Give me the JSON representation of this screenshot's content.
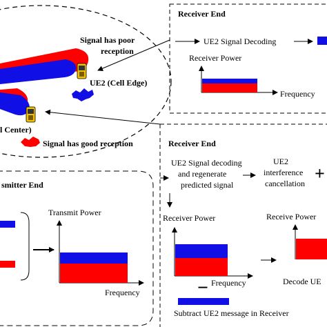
{
  "cell": {
    "label_poor": [
      "Signal has poor",
      "reception"
    ],
    "label_ue2": "UE2 (Cell Edge)",
    "label_ue1": "l Center)",
    "label_good": "Signal has good reception"
  },
  "receiver_top": {
    "title": "Receiver End",
    "decode_label": "UE2 Signal Decoding",
    "y_axis": "Receiver Power",
    "x_axis": "Frequency"
  },
  "receiver_bottom": {
    "title": "Receiver End",
    "step1": [
      "UE2 Signal decoding",
      "and regenerate",
      "predicted signal"
    ],
    "step2": [
      "UE2",
      "interference",
      "cancellation"
    ],
    "plus_sign": "+",
    "y_axis_left": "Receiver Power",
    "x_axis_left": "Frequency",
    "minus_sign": "−",
    "subtract_label": "Subtract UE2 message in Receiver",
    "y_axis_right": "Receive Power",
    "decode_label": "Decode UE"
  },
  "transmitter": {
    "title": "smitter End",
    "y_axis": "Transmit Power",
    "x_axis": "Frequency"
  },
  "colors": {
    "blue": "#1010e6",
    "red": "#ff0000",
    "dark_blue": "#0a1a8c",
    "phone": "#f2c200"
  }
}
